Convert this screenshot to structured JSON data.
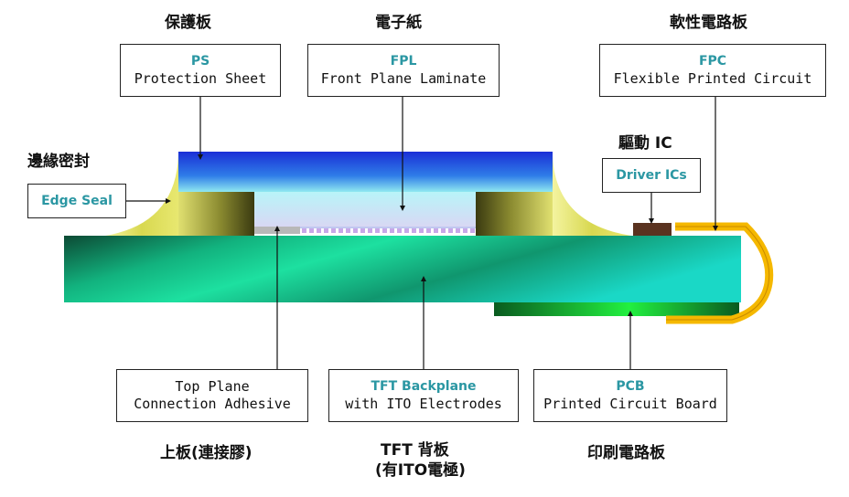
{
  "labels": {
    "ps": {
      "cn": "保護板",
      "en_title": "PS",
      "en_text": "Protection Sheet"
    },
    "fpl": {
      "cn": "電子紙",
      "en_title": "FPL",
      "en_text": "Front Plane Laminate"
    },
    "fpc": {
      "cn": "軟性電路板",
      "en_title": "FPC",
      "en_text": "Flexible Printed Circuit"
    },
    "edge": {
      "cn": "邊緣密封",
      "en_title": "Edge Seal"
    },
    "driver": {
      "cn": "驅動 IC",
      "en_title": "Driver ICs"
    },
    "tpca": {
      "cn": "上板(連接膠)",
      "en_line1": "Top Plane",
      "en_line2": "Connection Adhesive"
    },
    "tft": {
      "cn_line1": "TFT 背板",
      "cn_line2": "(有ITO電極)",
      "en_title": "TFT Backplane",
      "en_text": "with ITO Electrodes"
    },
    "pcb": {
      "cn": "印刷電路板",
      "en_title": "PCB",
      "en_text": "Printed Circuit Board"
    }
  },
  "colors": {
    "title_accent": "#2b97a3",
    "ps_blue": "#1a3fe0",
    "fpc_orange": "#f5b800",
    "tft_green": "#1fa07a",
    "pcb_green": "#1fd040",
    "driver_brown": "#5a3320"
  }
}
